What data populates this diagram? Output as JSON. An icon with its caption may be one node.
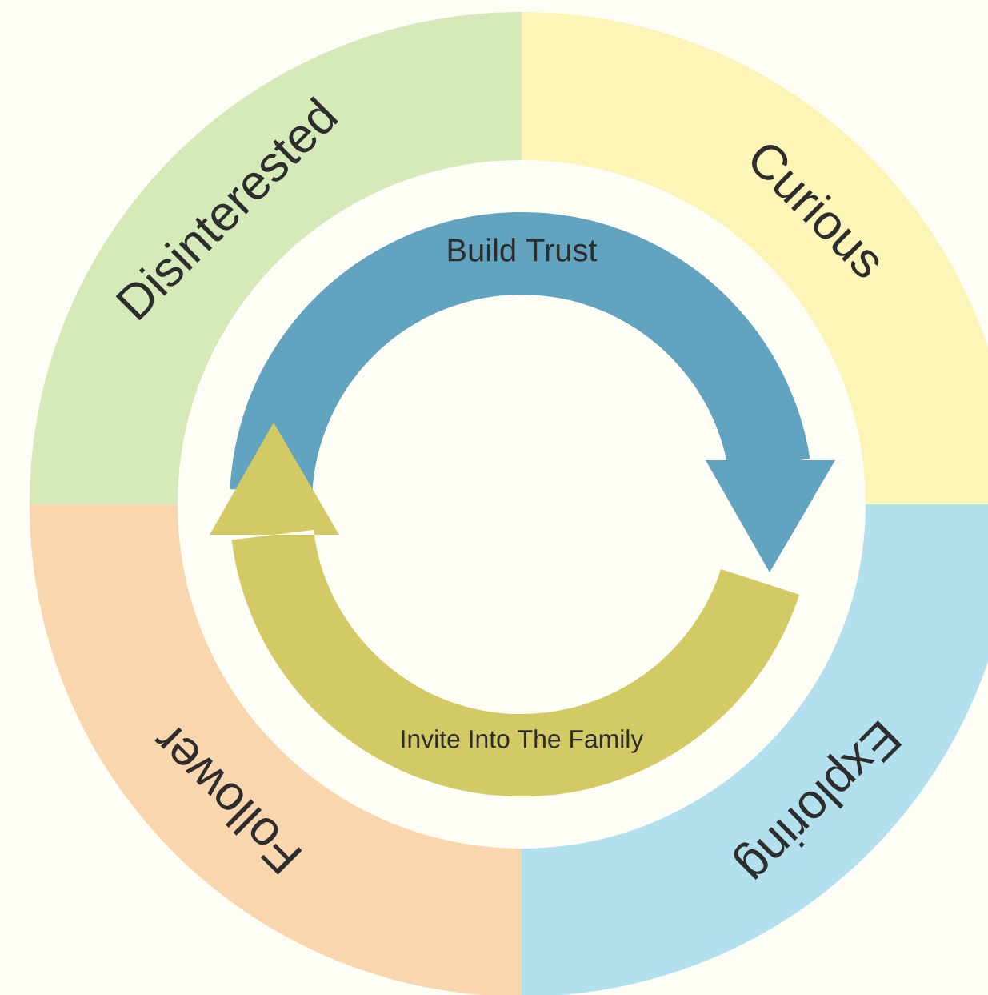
{
  "diagram": {
    "nodes": [
      {
        "text": [
          "Disinterested"
        ]
      },
      {
        "text": [
          "Curious"
        ]
      },
      {
        "text": [
          "Exploring"
        ]
      },
      {
        "text": [
          "Follower"
        ]
      },
      {
        "text": [
          "Build Trust"
        ]
      },
      {
        "text": [
          "Invite Into The Family"
        ]
      }
    ]
  }
}
